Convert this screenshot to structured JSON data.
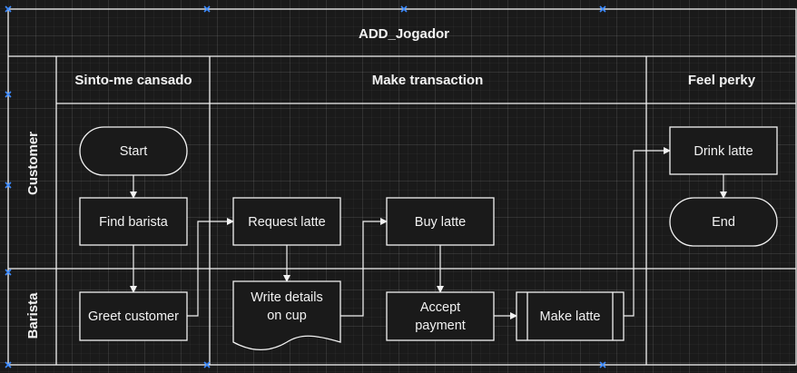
{
  "diagram": {
    "title": "ADD_Jogador",
    "columns": [
      "Sinto-me cansado",
      "Make transaction",
      "Feel perky"
    ],
    "lanes": [
      "Customer",
      "Barista"
    ],
    "nodes": {
      "start": "Start",
      "find_barista": "Find barista",
      "greet_customer": "Greet customer",
      "request_latte": "Request latte",
      "write_details": [
        "Write details",
        "on cup"
      ],
      "buy_latte": "Buy latte",
      "accept_payment": [
        "Accept",
        "payment"
      ],
      "make_latte": "Make latte",
      "drink_latte": "Drink latte",
      "end": "End"
    }
  },
  "colors": {
    "background": "#1a1a1a",
    "stroke": "#f2f2f2",
    "text": "#f2f2f2",
    "selection_handle": "#3d8bff"
  }
}
